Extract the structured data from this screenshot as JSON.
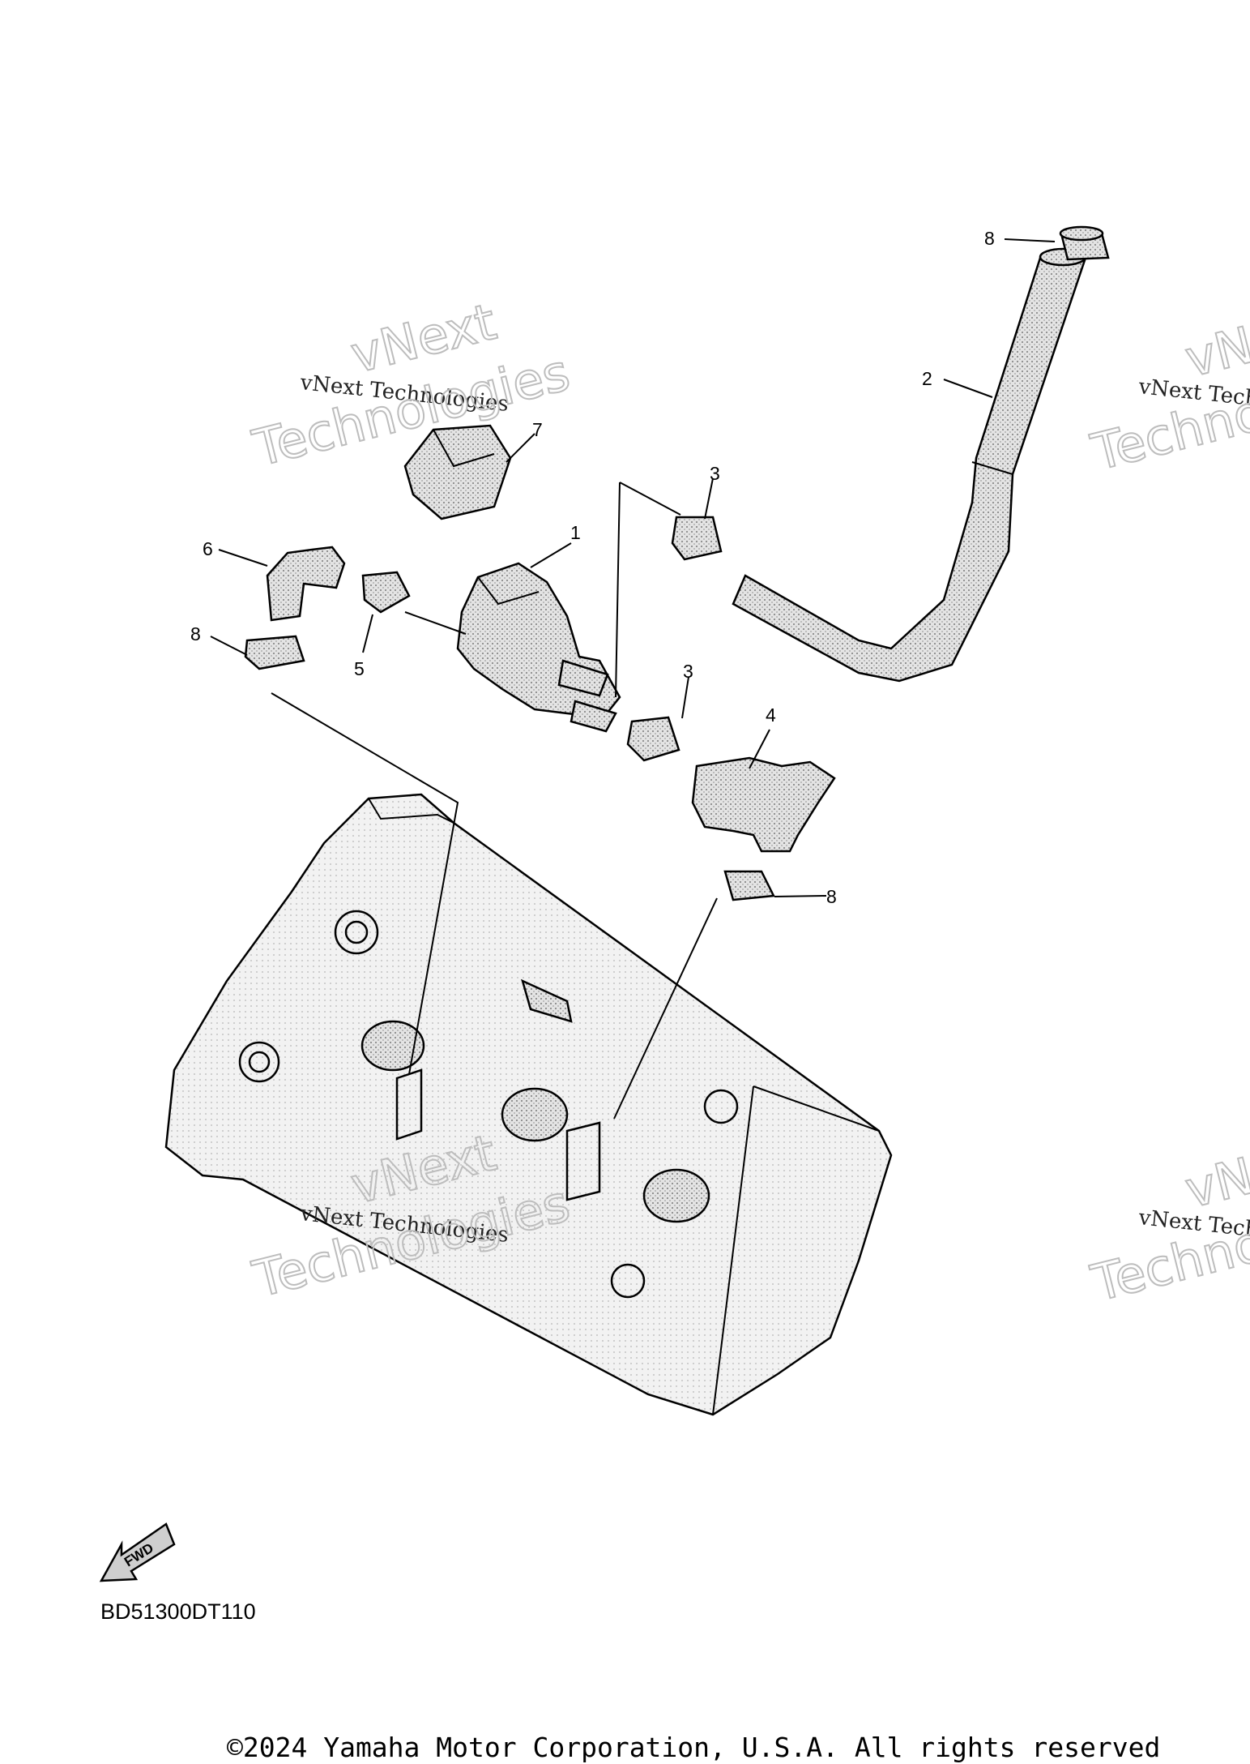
{
  "callouts": [
    {
      "id": "8-top",
      "label": "8"
    },
    {
      "id": "2",
      "label": "2"
    },
    {
      "id": "7",
      "label": "7"
    },
    {
      "id": "3-top",
      "label": "3"
    },
    {
      "id": "1",
      "label": "1"
    },
    {
      "id": "6",
      "label": "6"
    },
    {
      "id": "5",
      "label": "5"
    },
    {
      "id": "8-left",
      "label": "8"
    },
    {
      "id": "3-bottom",
      "label": "3"
    },
    {
      "id": "4",
      "label": "4"
    },
    {
      "id": "8-right",
      "label": "8"
    }
  ],
  "watermark": {
    "line1": "vNext Technologies",
    "word1": "vNext",
    "word2": "Technologies"
  },
  "fwd_label": "FWD",
  "diagram_code": "BD51300DT110",
  "copyright": "©2024 Yamaha Motor Corporation, U.S.A. All rights reserved"
}
